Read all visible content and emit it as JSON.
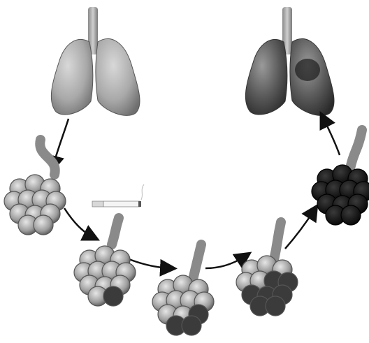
{
  "figure": {
    "description_items": [
      {
        "name": "healthy-lungs",
        "shade": "#9a9a9a"
      },
      {
        "name": "diseased-lungs",
        "shade": "#6a6a6a"
      },
      {
        "name": "cigarette",
        "shade": "#e8e8e8"
      }
    ],
    "alveoli_stages": [
      {
        "name": "alveolus-stage-1",
        "damage": 0.0
      },
      {
        "name": "alveolus-stage-2",
        "damage": 0.15
      },
      {
        "name": "alveolus-stage-3",
        "damage": 0.3
      },
      {
        "name": "alveolus-stage-4",
        "damage": 0.6
      },
      {
        "name": "alveolus-stage-5",
        "damage": 1.0
      }
    ],
    "colors": {
      "tissue_light": "#bdbdbd",
      "tissue_mid": "#8f8f8f",
      "tissue_dark": "#4a4a4a",
      "necrotic": "#111111",
      "arrow": "#111111"
    }
  }
}
